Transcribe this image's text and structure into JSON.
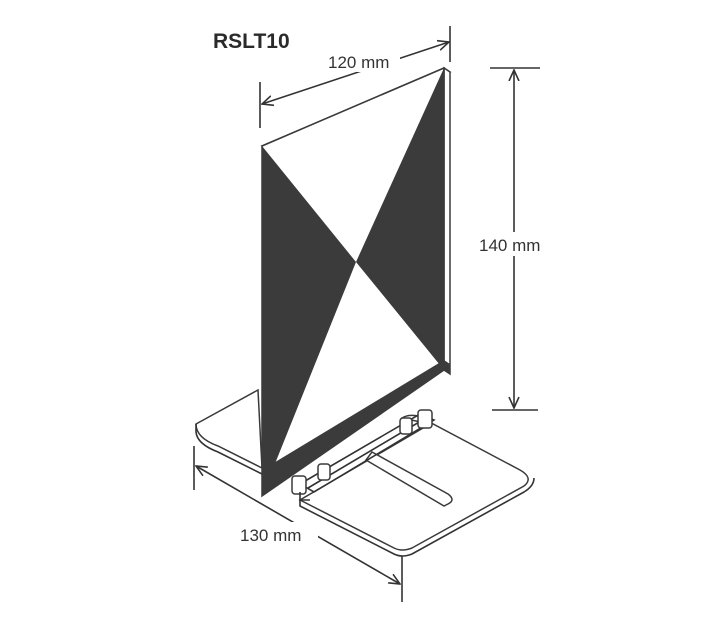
{
  "diagram": {
    "model_label": "RSLT10",
    "dimensions": {
      "width": "120 mm",
      "height": "140 mm",
      "depth": "130 mm"
    },
    "colors": {
      "panel_dark": "#3b3b3b",
      "line": "#333333",
      "background": "#ffffff"
    },
    "icons": [
      "arrowhead-icon"
    ]
  }
}
